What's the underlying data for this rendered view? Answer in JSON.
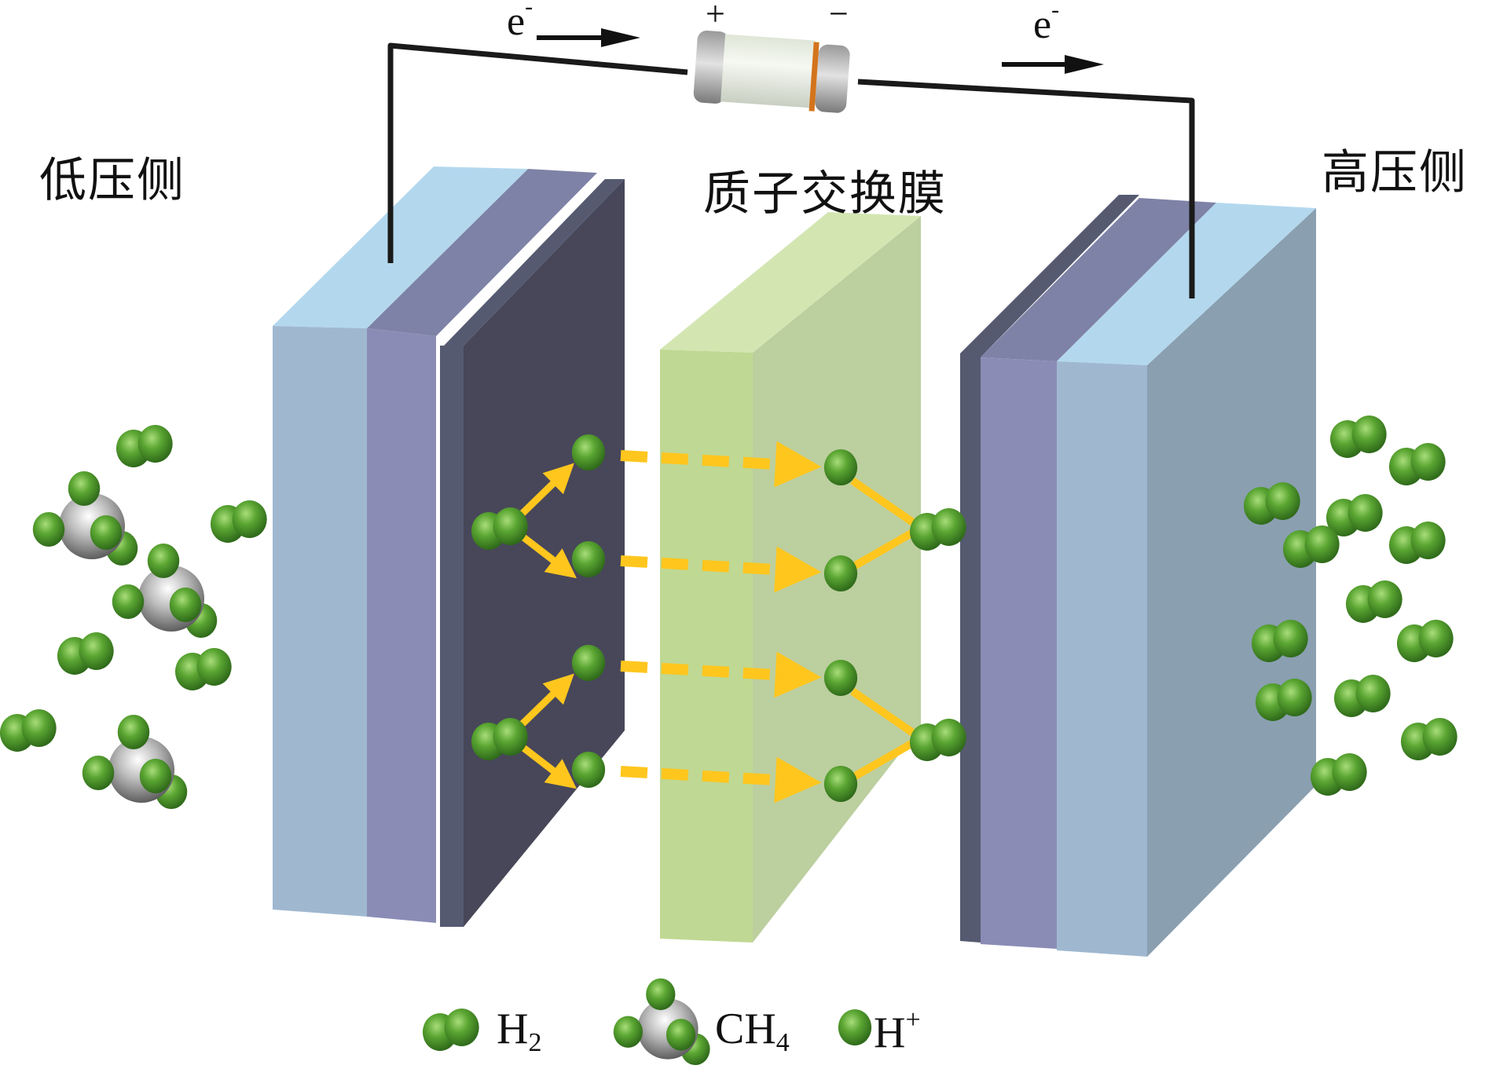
{
  "figure": {
    "title": "Proton exchange membrane electrochemical hydrogen separation schematic",
    "labels": {
      "low_pressure_side": "低压侧",
      "high_pressure_side": "高压侧",
      "membrane": "质子交换膜"
    },
    "circuit": {
      "electron_left": {
        "symbol": "e",
        "charge": "-"
      },
      "electron_right": {
        "symbol": "e",
        "charge": "-"
      },
      "positive_terminal": "+",
      "negative_terminal": "−",
      "component": "power-source"
    },
    "legend": [
      {
        "species": "H",
        "sub": "2",
        "sup": "",
        "icon": "hydrogen-molecule-icon"
      },
      {
        "species": "CH",
        "sub": "4",
        "sup": "",
        "icon": "methane-molecule-icon"
      },
      {
        "species": "H",
        "sub": "",
        "sup": "+",
        "icon": "proton-icon"
      }
    ],
    "colors": {
      "electrode_front": "#9fb8d0",
      "electrode_top": "#b3d8ee",
      "electrode_side_right": "#8a9fb0",
      "catalyst_front": "#8a8cb6",
      "catalyst_top": "#7e82a6",
      "plate_dark": "#474759",
      "plate_edge": "#555a70",
      "membrane_front": "#bfd893",
      "membrane_top": "#d3e6b2",
      "membrane_side": "#bccf9f",
      "atom_h": "#5aa532",
      "atom_c": "#b8b8b8",
      "arrow": "#ffc61e",
      "wire": "#1a1a1a"
    }
  }
}
